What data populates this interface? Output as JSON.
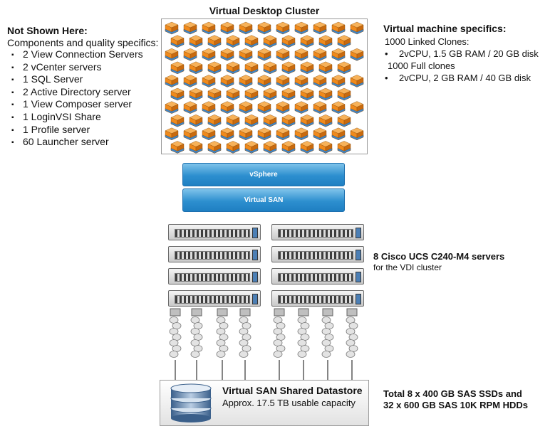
{
  "left_panel": {
    "title": "Not Shown Here:",
    "subtitle": "Components and quality specifics:",
    "items": [
      "2 View Connection Servers",
      "2 vCenter servers",
      "1 SQL Server",
      "2 Active Directory server",
      "1 View Composer server",
      "1 LoginVSI Share",
      "1 Profile server",
      "60 Launcher server"
    ]
  },
  "cluster": {
    "title": "Virtual Desktop Cluster",
    "vm_icon": "vm-cube-icon",
    "vm_colors": {
      "orange": "#f08a1c",
      "blue": "#3f86c8"
    }
  },
  "vm_specs": {
    "title": "Virtual machine specifics:",
    "linked_label": "1000 Linked Clones:",
    "linked_spec": "2vCPU, 1.5 GB RAM / 20 GB disk",
    "full_label": "1000 Full clones",
    "full_spec": "2vCPU, 2 GB RAM / 40 GB disk"
  },
  "layers": {
    "vsphere": "vSphere",
    "vsan": "Virtual SAN",
    "color": "#2d8fcf"
  },
  "servers": {
    "title": "8 Cisco UCS C240-M4 servers",
    "subtitle": "for the VDI cluster",
    "icon": "rack-server-icon"
  },
  "datastore": {
    "title": "Virtual SAN Shared Datastore",
    "subtitle": "Approx. 17.5 TB usable capacity",
    "icon": "database-icon"
  },
  "storage_total": {
    "line1": "Total 8 x 400 GB SAS SSDs and",
    "line2": "32 x 600 GB SAS 10K RPM HDDs"
  }
}
